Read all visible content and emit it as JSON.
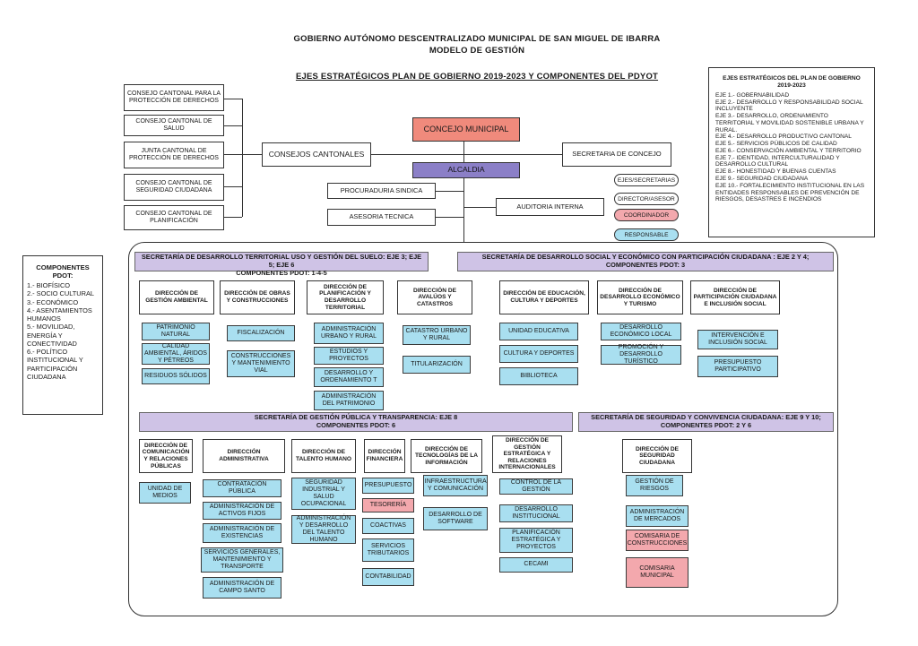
{
  "header": {
    "line1": "GOBIERNO AUTÓNOMO DESCENTRALIZADO MUNICIPAL DE SAN MIGUEL DE IBARRA",
    "line2": "MODELO DE GESTIÓN",
    "line3": "EJES ESTRATÉGICOS PLAN DE GOBIERNO 2019-2023 Y COMPONENTES DEL PDYOT"
  },
  "consejos_left": [
    "CONSEJO CANTONAL PARA LA PROTECCIÓN DE DERECHOS",
    "CONSEJO CANTONAL DE SALUD",
    "JUNTA CANTONAL DE PROTECCIÓN DE DERECHOS",
    "CONSEJO CANTONAL DE SEGURIDAD CIUDADANA",
    "CONSEJO CANTONAL DE PLANIFICACIÓN"
  ],
  "top": {
    "concejo": "CONCEJO MUNICIPAL",
    "consejos_cantonales": "CONSEJOS CANTONALES",
    "secretaria_concejo": "SECRETARIA DE CONCEJO",
    "alcaldia": "ALCALDIA",
    "procuraduria": "PROCURADURIA SINDICA",
    "asesoria": "ASESORIA TECNICA",
    "auditoria": "AUDITORIA INTERNA"
  },
  "legend": {
    "ejes_secretarias": "EJES/SECRETARIAS",
    "director": "DIRECTOR/ASESOR",
    "coordinador": "COORDINADOR",
    "responsable": "RESPONSABLE"
  },
  "ejes_box": {
    "title": "EJES ESTRATÉGICOS DEL PLAN DE GOBIERNO 2019-2023",
    "items": [
      "EJE 1.- GOBERNABILIDAD",
      "EJE 2.- DESARROLLO Y RESPONSABILIDAD SOCIAL INCLUYENTE",
      "EJE 3.- DESARROLLO, ORDENAMIENTO TERRITORIAL Y MOVILIDAD SOSTENIBLE URBANA Y RURAL.",
      "EJE 4.- DESARROLLO PRODUCTIVO CANTONAL",
      "EJE 5.- SERVICIOS PÚBLICOS DE CALIDAD",
      "EJE 6.- CONSERVACIÓN AMBIENTAL Y TERRITORIO",
      "EJE 7.- IDENTIDAD, INTERCULTURALIDAD Y DESARROLLO CULTURAL",
      "EJE 8.- HONESTIDAD Y BUENAS CUENTAS",
      "EJE 9.- SEGURIDAD CIUDADANA",
      "EJE 10.- FORTALECIMIENTO INSTITUCIONAL EN LAS ENTIDADES RESPONSABLES DE PREVENCIÓN DE RIESGOS, DESASTRES E INCENDIOS"
    ]
  },
  "componentes": {
    "title": "COMPONENTES PDOT:",
    "items": [
      "1.- BIOFÍSICO",
      "2.- SOCIO CULTURAL",
      "3.- ECONÓMICO",
      "4.- ASENTAMIENTOS HUMANOS",
      "5.- MOVILIDAD, ENERGÍA Y CONECTIVIDAD",
      "6.- POLÍTICO INSTITUCIONAL Y PARTICIPACIÓN CIUDADANA"
    ]
  },
  "sec_territorial": {
    "l1": "SECRETARÍA DE DESARROLLO TERRITORIAL USO Y GESTIÓN DEL SUELO: EJE 3; EJE 5; EJE 6",
    "l2": "COMPONENTES PDOT: 1-4-5"
  },
  "sec_social": {
    "l1": "SECRETARÍA DE DESARROLLO SOCIAL Y ECONÓMICO CON PARTICIPACIÓN CIUDADANA : EJE 2 Y 4;",
    "l2": "COMPONENTES PDOT: 3"
  },
  "sec_gestion": {
    "l1": "SECRETARÍA DE GESTIÓN PÚBLICA Y TRANSPARENCIA: EJE 8",
    "l2": "COMPONENTES PDOT: 6"
  },
  "sec_seguridad": {
    "l1": "SECRETARÍA DE SEGURIDAD Y CONVIVENCIA CIUDADANA: EJE 9 Y 10;",
    "l2": "COMPONENTES PDOT: 2 Y 6"
  },
  "dirs_row1": [
    "DIRECCIÓN DE GESTIÓN AMBIENTAL",
    "DIRECCIÓN DE OBRAS Y CONSTRUCCIONES",
    "DIRECCIÓN DE PLANIFICACIÓN Y DESARROLLO TERRITORIAL",
    "DIRECCIÓN DE AVALÚOS Y CATASTROS",
    "DIRECCIÓN DE EDUCACIÓN, CULTURA Y DEPORTES",
    "DIRECCIÓN DE DESARROLLO ECONÓMICO Y TURISMO",
    "DIRECCIÓN DE PARTICIPACIÓN CIUDADANA E INCLUSIÓN SOCIAL"
  ],
  "units_row1": {
    "ambiental": [
      "PATRIMONIO NATURAL",
      "CALIDAD AMBIENTAL, ÁRIDOS Y PÉTREOS",
      "RESIDUOS SÓLIDOS"
    ],
    "obras": [
      "FISCALIZACIÓN",
      "CONSTRUCCIONES Y MANTENIMIENTO VIAL"
    ],
    "planificacion": [
      "ADMINISTRACIÓN URBANO Y RURAL",
      "ESTUDIOS Y PROYECTOS",
      "DESARROLLO Y ORDENAMIENTO T",
      "ADMINISTRACIÓN DEL PATRIMONIO"
    ],
    "avaluos": [
      "CATASTRO URBANO Y RURAL",
      "TITULARIZACIÓN"
    ],
    "educacion": [
      "UNIDAD EDUCATIVA",
      "CULTURA Y DEPORTES",
      "BIBLIOTECA"
    ],
    "economico": [
      "DESARROLLO ECONÓMICO LOCAL",
      "PROMOCIÓN Y DESARROLLO TURÍSTICO"
    ],
    "participacion": [
      "INTERVENCIÓN E INCLUSIÓN SOCIAL",
      "PRESUPUESTO PARTICIPATIVO"
    ]
  },
  "dirs_row2": [
    "DIRECCIÓN DE COMUNICACIÓN Y RELACIONES PÚBLICAS",
    "DIRECCIÓN ADMINISTRATIVA",
    "DIRECCIÓN DE TALENTO HUMANO",
    "DIRECCIÓN FINANCIERA",
    "DIRECCIÓN DE TECNOLOGÍAS DE LA INFORMACIÓN",
    "DIRECCIÓN DE GESTIÓN ESTRATÉGICA Y RELACIONES INTERNACIONALES",
    "DIRECCIÓN DE SEGURIDAD CIUDADANA"
  ],
  "units_row2": {
    "comunicacion": [
      "UNIDAD DE MEDIOS"
    ],
    "administrativa": [
      "CONTRATACIÓN PÚBLICA",
      "ADMINISTRACIÓN DE ACTIVOS FIJOS",
      "ADMINISTRACIÓN DE EXISTENCIAS",
      "SERVICIOS GENERALES, MANTENIMIENTO Y TRANSPORTE",
      "ADMINISTRACIÓN DE CAMPO SANTO"
    ],
    "talento": [
      "SEGURIDAD INDUSTRIAL Y SALUD OCUPACIONAL",
      "ADMINISTRACIÓN Y DESARROLLO DEL TALENTO HUMANO"
    ],
    "financiera": [
      "PRESUPUESTO",
      "TESORERÍA",
      "COACTIVAS",
      "SERVICIOS TRIBUTARIOS",
      "CONTABILIDAD"
    ],
    "tecnologias": [
      "INFRAESTRUCTURA Y COMUNICACIÓN",
      "DESARROLLO DE SOFTWARE"
    ],
    "estrategica": [
      "CONTROL DE LA GESTIÓN",
      "DESARROLLO INSTITUCIONAL",
      "PLANIFICACIÓN ESTRATÉGICA Y PROYECTOS",
      "CECAMI"
    ],
    "seguridad": [
      "GESTIÓN DE RIESGOS",
      "ADMINISTRACIÓN DE MERCADOS",
      "COMISARIA DE CONSTRUCCIONES",
      "COMISARIA MUNICIPAL"
    ]
  },
  "colors": {
    "concejo": "#f08a7c",
    "alcaldia": "#8b7fc7",
    "secretaria": "#cfc3e6",
    "responsable": "#a9dff0",
    "coordinador": "#f3a8ad"
  }
}
